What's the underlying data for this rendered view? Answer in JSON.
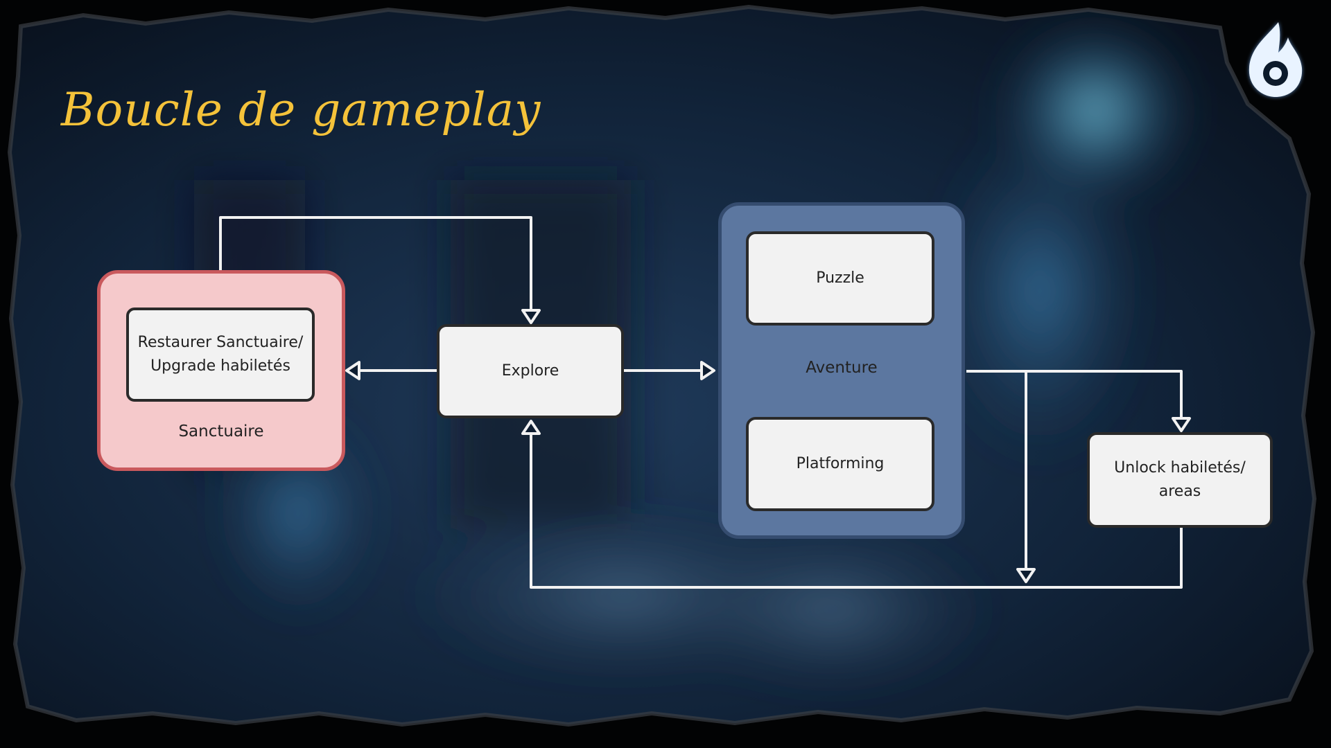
{
  "slide": {
    "title": "Boucle de gameplay",
    "title_color": "#f4c23a",
    "logo_icon": "flame-logo-icon",
    "logo_color": "#e9f3ff"
  },
  "diagram": {
    "groups": {
      "sanctuaire": {
        "label": "Sanctuaire",
        "fill": "#f5c9cb",
        "stroke": "#c9595d",
        "inner_box": {
          "line1": "Restaurer Sanctuaire/",
          "line2": "Upgrade habiletés"
        }
      },
      "aventure": {
        "label": "Aventure",
        "fill": "#5c77a0",
        "stroke": "#354c6f",
        "puzzle": "Puzzle",
        "platforming": "Platforming"
      }
    },
    "nodes": {
      "explore": "Explore",
      "unlock_line1": "Unlock habiletés/",
      "unlock_line2": "areas"
    },
    "edges": [
      {
        "from": "Sanctuaire",
        "to": "Explore"
      },
      {
        "from": "Explore",
        "to": "Sanctuaire"
      },
      {
        "from": "Explore",
        "to": "Aventure"
      },
      {
        "from": "Aventure",
        "to": "Unlock habiletés/ areas"
      },
      {
        "from": "Aventure",
        "to": "Explore"
      },
      {
        "from": "Unlock habiletés/ areas",
        "to": "Explore"
      }
    ],
    "edge_color": "#f2f2f2"
  }
}
